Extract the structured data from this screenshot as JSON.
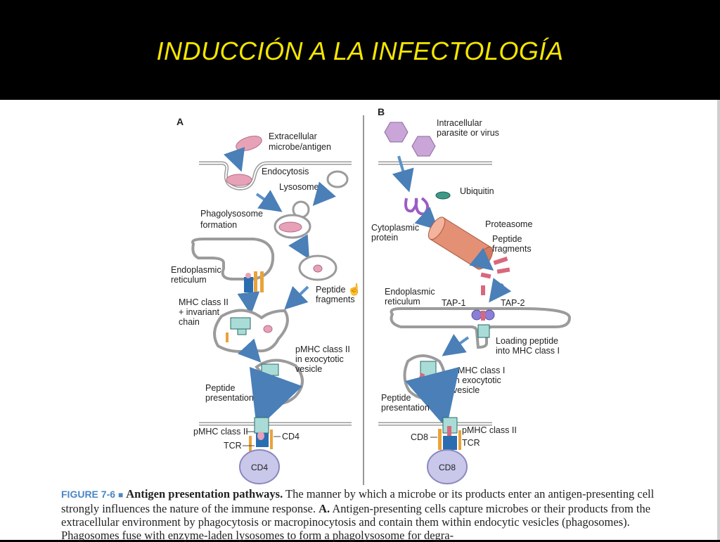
{
  "slide": {
    "title": "INDUCCIÓN A LA INFECTOLOGÍA"
  },
  "panel_a": {
    "letter": "A",
    "extracellular_1": "Extracellular",
    "extracellular_2": "microbe/antigen",
    "endocytosis": "Endocytosis",
    "lysosome": "Lysosome",
    "phagolysosome_1": "Phagolysosome",
    "phagolysosome_2": "formation",
    "er_1": "Endoplasmic",
    "er_2": "reticulum",
    "peptide_fragments_1": "Peptide",
    "peptide_fragments_2": "fragments",
    "mhc2_1": "MHC class II",
    "mhc2_2": "+ invariant",
    "mhc2_3": "chain",
    "pmhc_vesicle_1": "pMHC class II",
    "pmhc_vesicle_2": "in exocytotic",
    "pmhc_vesicle_3": "vesicle",
    "presentation_1": "Peptide",
    "presentation_2": "presentation",
    "pmhc_label": "pMHC class II",
    "tcr": "TCR",
    "coreceptor": "CD4",
    "cell": "CD4"
  },
  "panel_b": {
    "letter": "B",
    "parasite_1": "Intracellular",
    "parasite_2": "parasite or virus",
    "ubiquitin": "Ubiquitin",
    "cyto_1": "Cytoplasmic",
    "cyto_2": "protein",
    "proteasome": "Proteasome",
    "peptide_fragments_1": "Peptide",
    "peptide_fragments_2": "fragments",
    "er_1": "Endoplasmic",
    "er_2": "reticulum",
    "tap1": "TAP-1",
    "tap2": "TAP-2",
    "loading_1": "Loading peptide",
    "loading_2": "into MHC class I",
    "pmhc_vesicle_1": "pMHC class I",
    "pmhc_vesicle_2": "in exocytotic",
    "pmhc_vesicle_3": "vesicle",
    "presentation_1": "Peptide",
    "presentation_2": "presentation",
    "coreceptor": "CD8",
    "pmhc_label": "pMHC class II",
    "tcr": "TCR",
    "cell": "CD8"
  },
  "caption": {
    "figure": "FIGURE 7-6",
    "square": "■",
    "bold_title": "Antigen presentation pathways.",
    "text_1": "The manner by which a microbe or its products enter an antigen-presenting cell strongly influences the nature of the immune response.",
    "bold_a": "A.",
    "text_2": "Antigen-presenting cells capture microbes or their products from the extracellular environment by phagocytosis or macropinocytosis and contain them within endocytic vesicles (phagosomes). Phagosomes fuse with enzyme-laden lysosomes to form a phagolysosome for degra-"
  },
  "colors": {
    "title": "#f5e600",
    "microbe": "#e7a2b8",
    "arrow": "#5b93c9",
    "mhc_teal": "#a9dcd6",
    "tcr_blue": "#2a6db0",
    "cd_orange": "#eaa23a",
    "cell_purple": "#c9c7ea"
  }
}
